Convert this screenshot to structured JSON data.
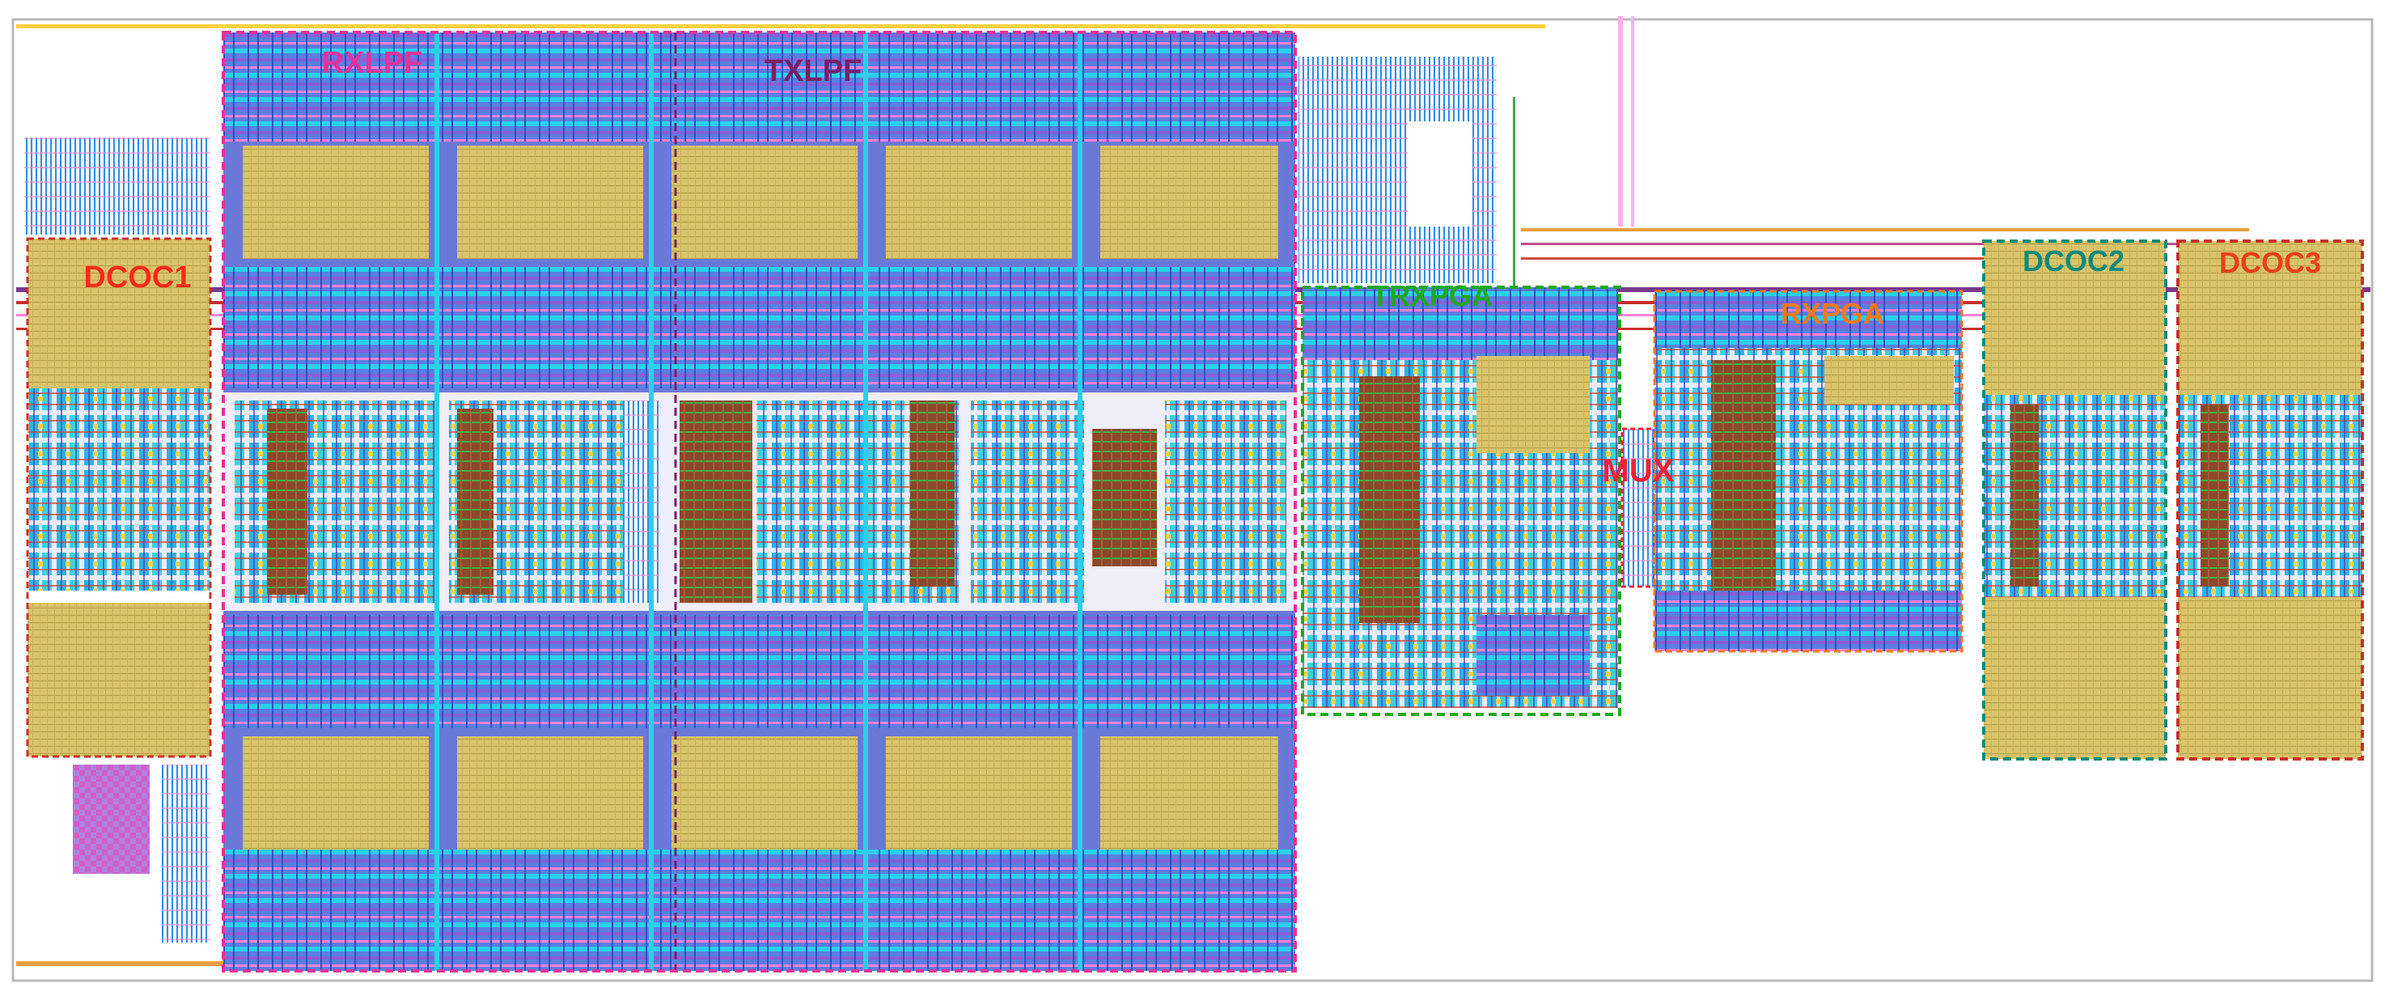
{
  "blocks": {
    "rxlpf": {
      "label": "RXLPF",
      "color": "#e0349a"
    },
    "txlpf": {
      "label": "TXLPF",
      "color": "#7a1f6b"
    },
    "dcoc1": {
      "label": "DCOC1",
      "color": "#ff2a1a"
    },
    "trxpga": {
      "label": "TRXPGA",
      "color": "#1fa81f"
    },
    "rxpga": {
      "label": "RXPGA",
      "color": "#f07a1a"
    },
    "mux": {
      "label": "MUX",
      "color": "#f0203a"
    },
    "dcoc2": {
      "label": "DCOC2",
      "color": "#0f8a7a"
    },
    "dcoc3": {
      "label": "DCOC3",
      "color": "#e8401a"
    }
  },
  "colors": {
    "poly": "#d9c46a",
    "metal_blue": "#2f8fe0",
    "metal_cyan": "#28d6e8",
    "metal_violet": "#7a4fd0",
    "metal_pink": "#ff6fd0",
    "diffusion": "#a04a2a",
    "device_red": "#c8302a",
    "frame": "#b8b8b8"
  }
}
